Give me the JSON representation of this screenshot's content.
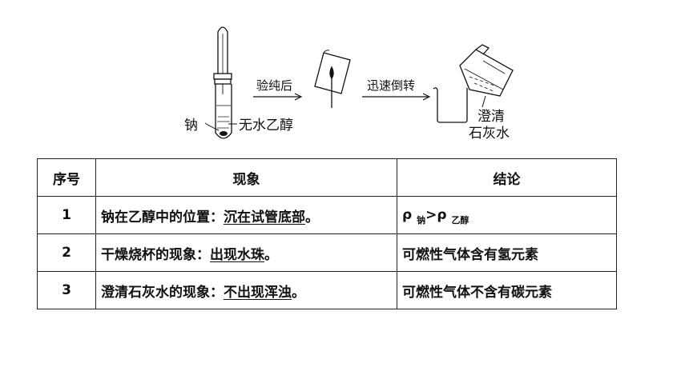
{
  "diagram": {
    "arrow1_label": "验纯后",
    "arrow2_label": "迅速倒转",
    "sodium_label": "钠",
    "ethanol_label": "无水乙醇",
    "limewater_line1": "澄清",
    "limewater_line2": "石灰水"
  },
  "table": {
    "headers": [
      "序号",
      "现象",
      "结论"
    ],
    "rows": [
      {
        "num": "1",
        "phenomenon_prefix": "钠在乙醇中的位置：",
        "phenomenon_answer": "沉在试管底部",
        "phenomenon_suffix": "。",
        "conclusion_rho1": "ρ",
        "conclusion_sub1": "钠",
        "conclusion_op": ">",
        "conclusion_rho2": "ρ",
        "conclusion_sub2": "乙醇"
      },
      {
        "num": "2",
        "phenomenon_prefix": "干燥烧杯的现象：",
        "phenomenon_answer": "出现水珠",
        "phenomenon_suffix": "。",
        "conclusion": "可燃性气体含有氢元素"
      },
      {
        "num": "3",
        "phenomenon_prefix": "澄清石灰水的现象：",
        "phenomenon_answer": "不出现浑浊",
        "phenomenon_suffix": "。",
        "conclusion": "可燃性气体不含有碳元素"
      }
    ]
  }
}
